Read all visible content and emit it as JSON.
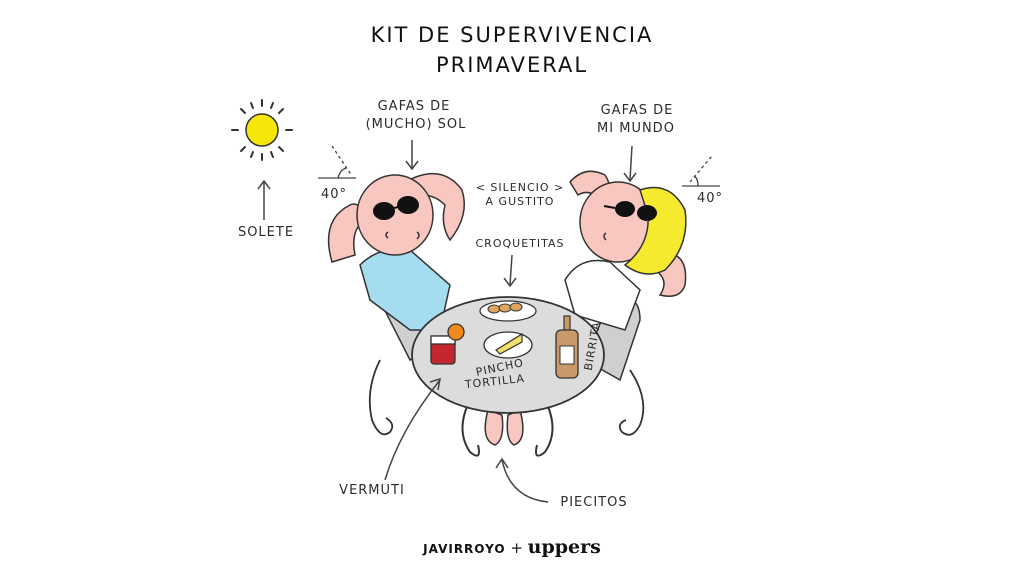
{
  "title": {
    "line1": "KIT DE SUPERVIVENCIA",
    "line2": "PRIMAVERAL"
  },
  "labels": {
    "sun": "SOLETE",
    "glasses_left_line1": "GAFAS DE",
    "glasses_left_line2": "(MUCHO) SOL",
    "glasses_right_line1": "GAFAS DE",
    "glasses_right_line2": "MI MUNDO",
    "angle_left": "40°",
    "angle_right": "40°",
    "silence_line1": "< SILENCIO >",
    "silence_line2": "A GUSTITO",
    "croquetas": "CROQUETITAS",
    "tortilla_line1": "PINCHO",
    "tortilla_line2": "TORTILLA",
    "beer": "BIRRITA",
    "vermut": "VERMUTI",
    "feet": "PIECITOS"
  },
  "credit": {
    "author": "JAVIRROYO",
    "plus": "+",
    "brand": "uppers"
  },
  "colors": {
    "sun": "#f7e60a",
    "skin": "#f7c7c0",
    "shirt_blue": "#a6dcef",
    "hair_yellow": "#f6ea2e",
    "table": "#dcdcdc",
    "chair": "#cfcfcf",
    "bottle": "#c89a6a",
    "vermut": "#c4262e",
    "orange": "#f08a1e",
    "croqueta": "#e2a55e",
    "tortilla": "#f1e06a"
  }
}
